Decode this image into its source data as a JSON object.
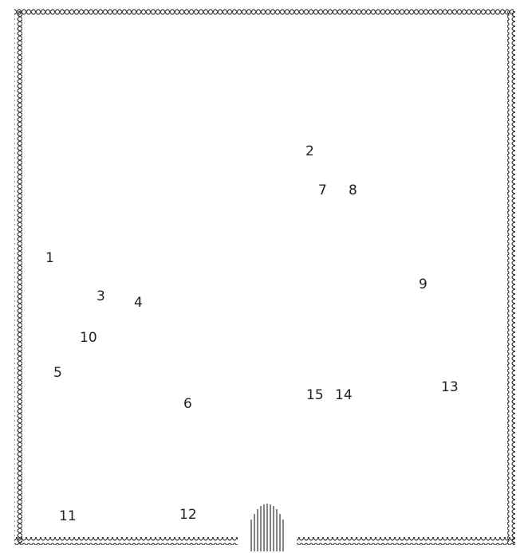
{
  "figure": {
    "background_color": "#ffffff",
    "wall_color": "#333333",
    "label_color": "#222222",
    "wall_pattern": "braided-chain",
    "entrance_pattern": "vertical-lines",
    "points": [
      {
        "label": "1"
      },
      {
        "label": "2"
      },
      {
        "label": "3"
      },
      {
        "label": "4"
      },
      {
        "label": "5"
      },
      {
        "label": "6"
      },
      {
        "label": "7"
      },
      {
        "label": "8"
      },
      {
        "label": "9"
      },
      {
        "label": "10"
      },
      {
        "label": "11"
      },
      {
        "label": "12"
      },
      {
        "label": "13"
      },
      {
        "label": "14"
      },
      {
        "label": "15"
      }
    ]
  }
}
